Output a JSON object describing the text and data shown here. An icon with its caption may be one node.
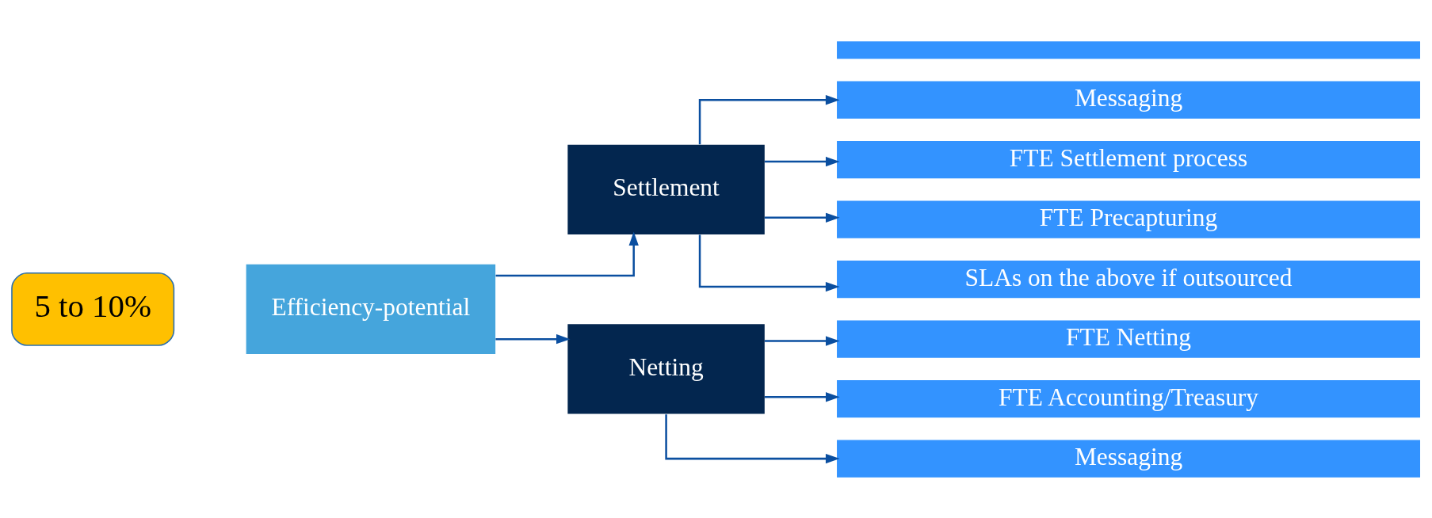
{
  "diagram": {
    "nodes": [
      {
        "text": [
          "5 to 10%"
        ]
      },
      {
        "text": [
          "Efficiency-potential"
        ]
      },
      {
        "text": [
          "Settlement"
        ]
      },
      {
        "text": [
          "Netting"
        ]
      },
      {
        "text": [],
        "shape": "bar"
      },
      {
        "text": [
          "Messaging"
        ]
      },
      {
        "text": [
          "FTE Settlement process"
        ]
      },
      {
        "text": [
          "FTE Precapturing"
        ]
      },
      {
        "text": [
          "SLAs on the above if outsourced"
        ]
      },
      {
        "text": [
          "FTE Netting"
        ]
      },
      {
        "text": [
          "FTE Accounting/Treasury"
        ]
      },
      {
        "text": [
          "Messaging"
        ]
      }
    ],
    "edges": [
      {
        "from": 1,
        "to": 2,
        "arrow": "to"
      },
      {
        "from": 1,
        "to": 3,
        "arrow": "to"
      },
      {
        "from": 2,
        "to": 5,
        "arrow": "to"
      },
      {
        "from": 2,
        "to": 6,
        "arrow": "to"
      },
      {
        "from": 2,
        "to": 7,
        "arrow": "to"
      },
      {
        "from": 2,
        "to": 8,
        "arrow": "to"
      },
      {
        "from": 3,
        "to": 9,
        "arrow": "to"
      },
      {
        "from": 3,
        "to": 10,
        "arrow": "to"
      },
      {
        "from": 3,
        "to": 11,
        "arrow": "to"
      }
    ]
  }
}
